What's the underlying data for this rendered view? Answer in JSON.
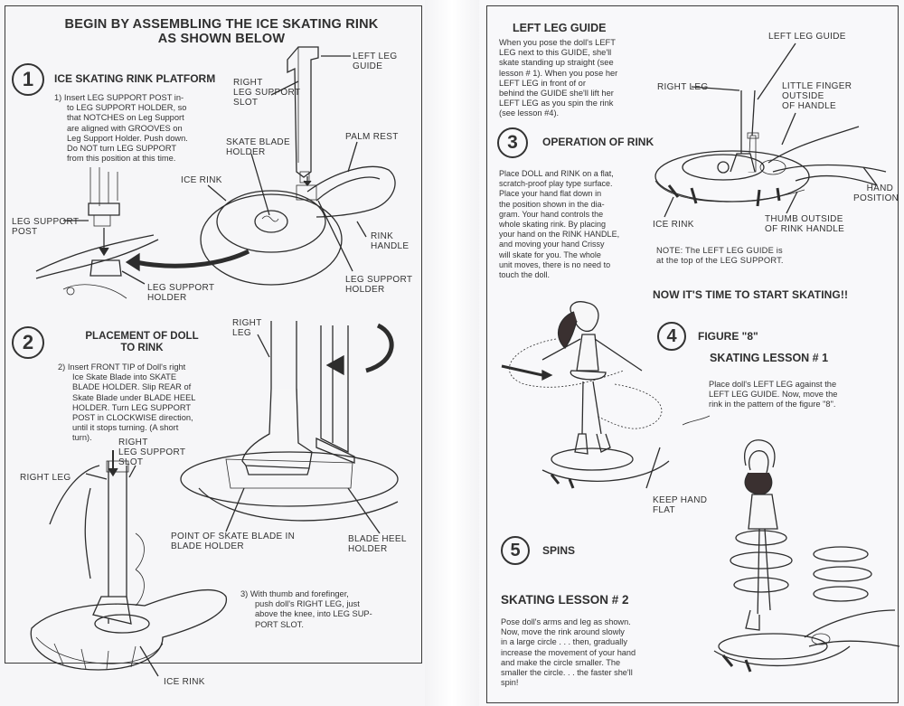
{
  "left_page": {
    "title_line1": "BEGIN BY ASSEMBLING THE ICE SKATING RINK",
    "title_line2": "AS SHOWN BELOW",
    "step1": {
      "number": "1",
      "heading": "ICE SKATING RINK PLATFORM",
      "instruction": "1) Insert LEG SUPPORT POST into LEG SUPPORT HOLDER, so that NOTCHES on Leg Support are aligned with GROOVES on Leg Support Holder. Push down. Do NOT turn LEG SUPPORT from this position at this time.",
      "instruction_lines": [
        "1) Insert LEG SUPPORT POST in-",
        "to LEG SUPPORT HOLDER, so",
        "that NOTCHES on Leg Support",
        "are aligned with GROOVES on",
        "Leg Support Holder. Push down.",
        "Do NOT turn LEG SUPPORT",
        "from this position at this time."
      ],
      "labels": {
        "left_leg_guide_1": "LEFT LEG",
        "left_leg_guide_2": "GUIDE",
        "right_leg_support_slot_1": "RIGHT",
        "right_leg_support_slot_2": "LEG SUPPORT",
        "right_leg_support_slot_3": "SLOT",
        "skate_blade_holder_1": "SKATE BLADE",
        "skate_blade_holder_2": "HOLDER",
        "palm_rest": "PALM REST",
        "ice_rink": "ICE RINK",
        "leg_support_post_1": "LEG SUPPORT",
        "leg_support_post_2": "POST",
        "rink_handle_1": "RINK",
        "rink_handle_2": "HANDLE",
        "leg_support_holder_a_1": "LEG SUPPORT",
        "leg_support_holder_a_2": "HOLDER",
        "leg_support_holder_b_1": "LEG SUPPORT",
        "leg_support_holder_b_2": "HOLDER"
      }
    },
    "step2": {
      "number": "2",
      "heading_line1": "PLACEMENT OF DOLL",
      "heading_line2": "TO RINK",
      "instruction_lines": [
        "2) Insert FRONT TIP of Doll's right",
        "Ice Skate Blade into SKATE",
        "BLADE HOLDER. Slip REAR of",
        "Skate Blade under BLADE HEEL",
        "HOLDER. Turn LEG SUPPORT",
        "POST in CLOCKWISE direction,",
        "until it stops turning. (A short",
        "turn)."
      ],
      "labels": {
        "right_leg_top_1": "RIGHT",
        "right_leg_top_2": "LEG",
        "right_leg_support_slot_1": "RIGHT",
        "right_leg_support_slot_2": "LEG SUPPORT",
        "right_leg_support_slot_3": "SLOT",
        "right_leg": "RIGHT LEG",
        "point_of_skate_blade_1": "POINT OF SKATE BLADE IN",
        "point_of_skate_blade_2": "BLADE HOLDER",
        "blade_heel_holder_1": "BLADE HEEL",
        "blade_heel_holder_2": "HOLDER",
        "ice_rink": "ICE RINK"
      }
    },
    "step3_instruction_lines": [
      "3) With thumb and forefinger,",
      "push doll's RIGHT LEG, just",
      "above the knee, into LEG SUP-",
      "PORT SLOT."
    ]
  },
  "right_page": {
    "left_leg_guide": {
      "heading": "LEFT LEG GUIDE",
      "body_lines": [
        "When you pose the doll's LEFT",
        "LEG next to this GUIDE, she'll",
        "skate standing up straight (see",
        "lesson # 1). When you pose her",
        "LEFT LEG in front of or",
        "behind the GUIDE she'll lift her",
        "LEFT LEG as you spin the rink",
        "(see lesson #4)."
      ]
    },
    "diagram_labels": {
      "left_leg_guide": "LEFT LEG GUIDE",
      "right_leg": "RIGHT LEG",
      "little_finger_1": "LITTLE FINGER",
      "little_finger_2": "OUTSIDE",
      "little_finger_3": "OF HANDLE",
      "hand_position_1": "HAND",
      "hand_position_2": "POSITION",
      "ice_rink": "ICE RINK",
      "thumb_outside_1": "THUMB OUTSIDE",
      "thumb_outside_2": "OF RINK HANDLE"
    },
    "step3": {
      "number": "3",
      "heading": "OPERATION OF RINK",
      "body_lines": [
        "Place DOLL and RINK on a flat,",
        "scratch-proof play type surface.",
        "Place your hand flat down in",
        "the position shown in the dia-",
        "gram. Your hand controls the",
        "whole skating rink. By placing",
        "your hand on the RINK HANDLE,",
        "and moving your hand Crissy",
        "will skate for you. The whole",
        "unit moves, there is no need to",
        "touch the doll."
      ],
      "note_line1": "NOTE: The LEFT LEG GUIDE is",
      "note_line2": "at the top of the LEG SUPPORT."
    },
    "banner": "NOW IT'S TIME TO START SKATING!!",
    "step4": {
      "number": "4",
      "heading": "FIGURE \"8\"",
      "lesson_heading": "SKATING LESSON # 1",
      "body_lines": [
        "Place doll's LEFT LEG against the",
        "LEFT LEG GUIDE. Now, move the",
        "rink in the pattern of the figure \"8\"."
      ],
      "keep_hand_flat_1": "KEEP HAND",
      "keep_hand_flat_2": "FLAT"
    },
    "step5": {
      "number": "5",
      "heading": "SPINS",
      "lesson_heading": "SKATING LESSON # 2",
      "body_lines": [
        "Pose doll's arms and leg as shown.",
        "Now, move the rink around slowly",
        "in a large circle . . . then, gradually",
        "increase the movement of your hand",
        "and make the circle smaller. The",
        "smaller the circle. . . the faster she'll",
        "spin!"
      ]
    }
  }
}
